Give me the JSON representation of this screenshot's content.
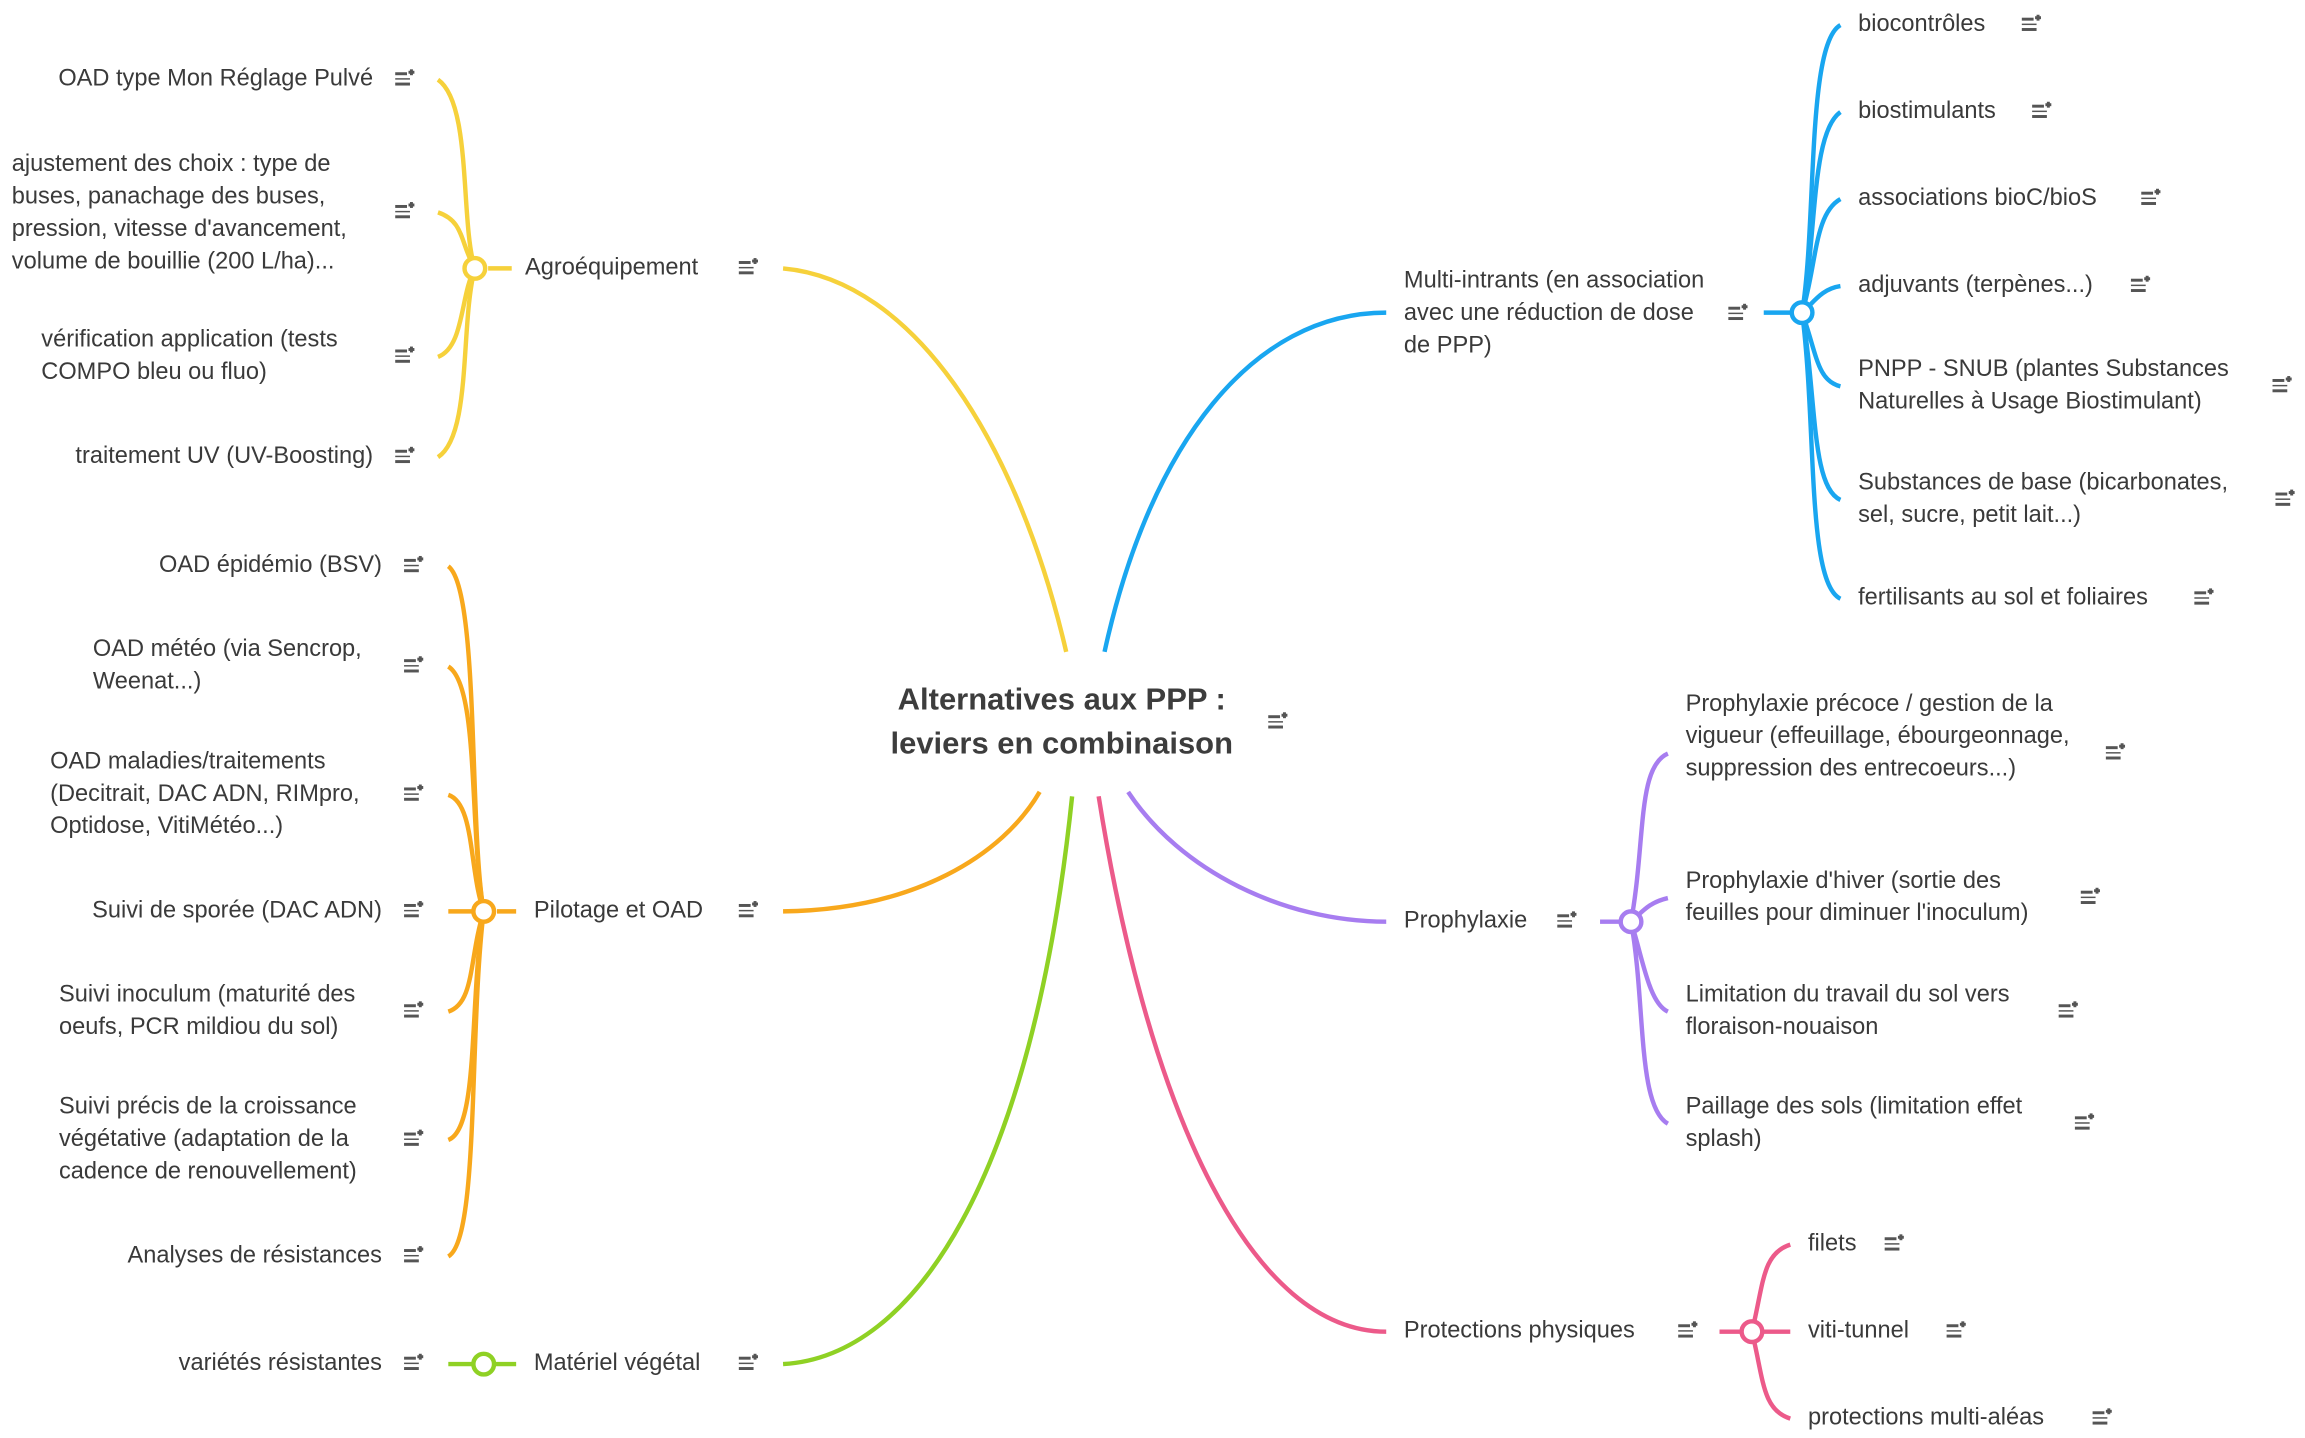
{
  "central": {
    "line1": "Alternatives  aux  PPP :",
    "line2": "leviers en combinaison"
  },
  "branches": {
    "agroequipement": {
      "label": "Agroéquipement",
      "color": "#f6d13b",
      "items": [
        "OAD type Mon Réglage Pulvé",
        "ajustement des choix : type de buses, panachage des buses, pression, vitesse d'avancement, volume de bouillie (200 L/ha)...",
        "vérification application (tests COMPO bleu ou fluo)",
        "traitement UV (UV-Boosting)"
      ]
    },
    "pilotage": {
      "label": "Pilotage et OAD",
      "color": "#f8a81c",
      "items": [
        "OAD épidémio (BSV)",
        "OAD météo (via Sencrop, Weenat...)",
        "OAD maladies/traitements (Decitrait, DAC ADN, RIMpro, Optidose, VitiMétéo...)",
        "Suivi de sporée (DAC ADN)",
        "Suivi inoculum (maturité des oeufs, PCR mildiou du sol)",
        "Suivi précis de la croissance végétative (adaptation de la cadence de renouvellement)",
        "Analyses de résistances"
      ]
    },
    "materiel": {
      "label": "Matériel végétal",
      "color": "#8fd124",
      "items": [
        "variétés résistantes"
      ]
    },
    "multi": {
      "label": "Multi-intrants (en association avec une réduction de dose de PPP)",
      "color": "#19a6f0",
      "items": [
        "biocontrôles",
        "biostimulants",
        "associations bioC/bioS",
        "adjuvants (terpènes...)",
        "PNPP - SNUB (plantes Substances Naturelles à Usage Biostimulant)",
        "Substances de base (bicarbonates, sel, sucre, petit lait...)",
        "fertilisants au sol et foliaires"
      ]
    },
    "prophylaxie": {
      "label": "Prophylaxie",
      "color": "#a77df0",
      "items": [
        "Prophylaxie précoce / gestion de la vigueur (effeuillage, ébourgeonnage, suppression des entrecoeurs...)",
        "Prophylaxie d'hiver (sortie des feuilles pour diminuer l'inoculum)",
        "Limitation du travail du sol vers floraison-nouaison",
        "Paillage des sols (limitation effet splash)"
      ]
    },
    "protections": {
      "label": "Protections physiques",
      "color": "#ec5a8a",
      "items": [
        "filets",
        "viti-tunnel",
        "protections multi-aléas"
      ]
    }
  },
  "icons": {
    "note": "note-icon",
    "node": "circle-connector"
  }
}
